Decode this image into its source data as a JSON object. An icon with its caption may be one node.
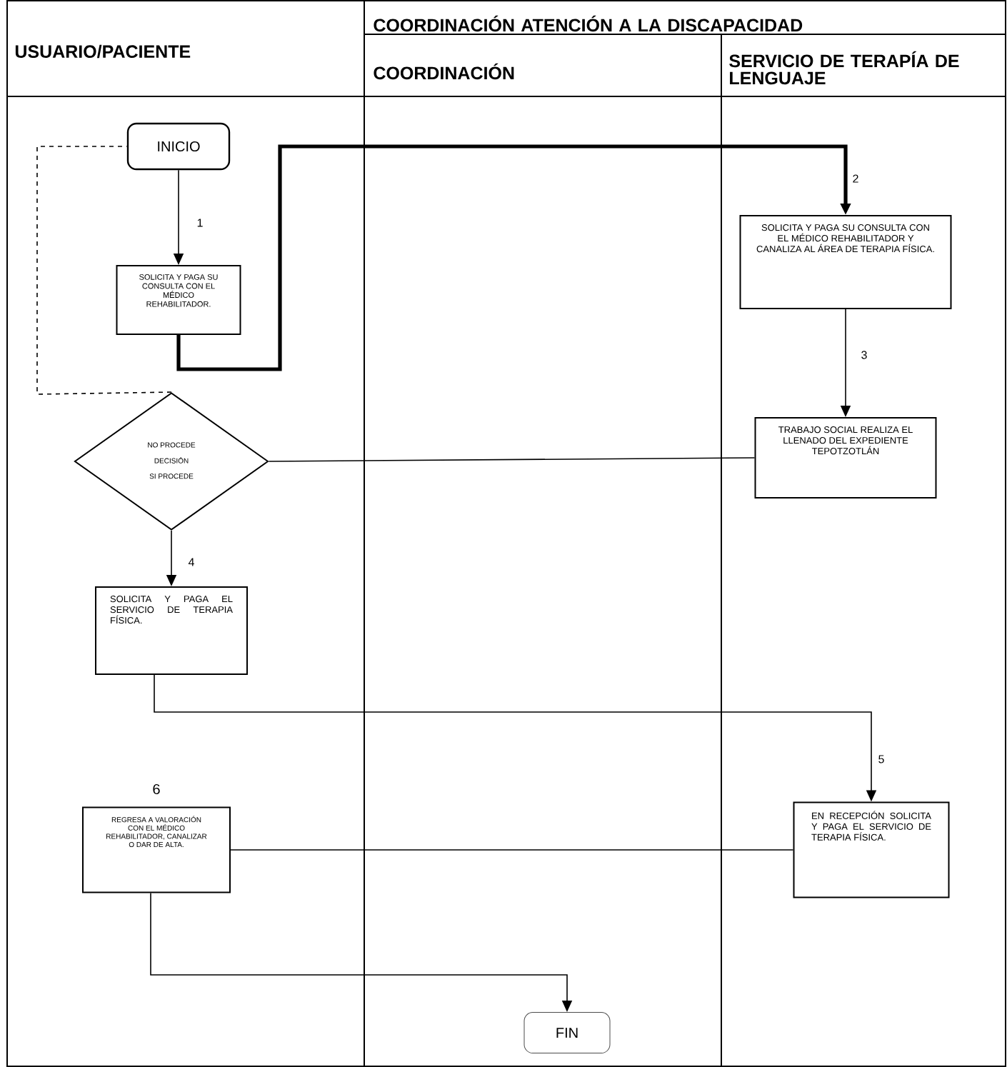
{
  "diagram": {
    "nodes": [
      {
        "text": [
          "INICIO"
        ]
      },
      {
        "text": [
          "SOLICITA Y PAGA SU CONSULTA CON EL MÉDICO REHABILITADOR."
        ]
      },
      {
        "text": [
          "SOLICITA Y PAGA SU CONSULTA CON EL MÉDICO REHABILITADOR Y CANALIZA AL ÁREA DE TERAPIA FÍSICA."
        ]
      },
      {
        "text": [
          "TRABAJO SOCIAL REALIZA EL LLENADO DEL EXPEDIENTE TEPOTZOTLÁN"
        ]
      },
      {
        "text": [
          "NO PROCEDE",
          "DECISIÓN",
          "SI PROCEDE"
        ]
      },
      {
        "text": [
          "SOLICITA Y PAGA EL SERVICIO DE TERAPIA FÍSICA."
        ]
      },
      {
        "text": [
          "EN RECEPCIÓN SOLICITA Y PAGA EL SERVICIO DE TERAPIA FÍSICA."
        ]
      },
      {
        "text": [
          "REGRESA A VALORACIÓN CON EL MÉDICO REHABILITADOR, CANALIZAR O DAR DE ALTA."
        ],
        "beside": [
          "6"
        ]
      },
      {
        "text": [
          "FIN"
        ]
      }
    ],
    "edges": [
      {
        "from": 0,
        "to": 1,
        "arrow": "to",
        "label": "1"
      },
      {
        "from": 1,
        "to": 2,
        "arrow": "to",
        "label": "2",
        "style": "thick"
      },
      {
        "from": 2,
        "to": 3,
        "arrow": "to",
        "label": "3"
      },
      {
        "from": 4,
        "to": 3,
        "arrow": "none"
      },
      {
        "from": 4,
        "to": 0,
        "arrow": "none",
        "style": "dashed"
      },
      {
        "from": 4,
        "to": 5,
        "arrow": "to",
        "label": "4"
      },
      {
        "from": 5,
        "to": 6,
        "arrow": "to",
        "label": "5"
      },
      {
        "from": 6,
        "to": 7,
        "arrow": "none"
      },
      {
        "from": 7,
        "to": 8,
        "arrow": "to"
      }
    ],
    "labels": [
      "USUARIO/PACIENTE",
      "COORDINACIÓN ATENCIÓN A LA DISCAPACIDAD",
      "COORDINACIÓN",
      "SERVICIO DE TERAPÍA DE LENGUAJE"
    ]
  }
}
